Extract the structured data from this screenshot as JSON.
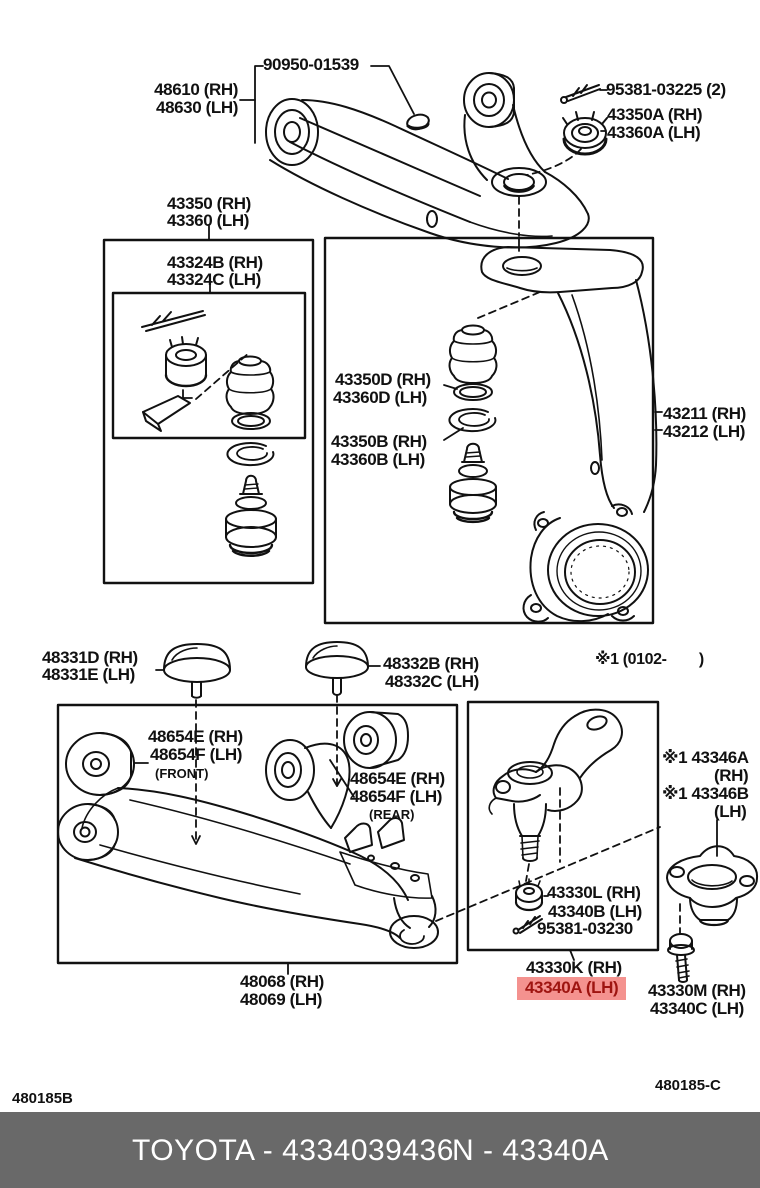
{
  "colors": {
    "line": "#111111",
    "highlight_bg": "#f4928f",
    "highlight_text": "#9e1410",
    "footer_bar_bg": "#696969",
    "footer_bar_text": "#ffffff"
  },
  "labels": {
    "plug_pin": "90950-01539",
    "upper_arm_rh": "48610 (RH)",
    "upper_arm_lh": "48630 (LH)",
    "cotter_top": "95381-03225 (2)",
    "nut_top_rh": "43350A (RH)",
    "nut_top_lh": "43360A (LH)",
    "bj_upper_rh": "43350 (RH)",
    "bj_upper_lh": "43360 (LH)",
    "kit_rh": "43324B (RH)",
    "kit_lh": "43324C (LH)",
    "boot_rh": "43350D (RH)",
    "boot_lh": "43360D (LH)",
    "snapring_rh": "43350B (RH)",
    "snapring_lh": "43360B (LH)",
    "knuckle_rh": "43211 (RH)",
    "knuckle_lh": "43212 (LH)",
    "cap_front_rh": "48331D (RH)",
    "cap_front_lh": "48331E (LH)",
    "cap_rear_rh": "48332B (RH)",
    "cap_rear_lh": "48332C (LH)",
    "note_applicability": "※1 (0102-        )",
    "bush_front_rh": "48654E (RH)",
    "bush_front_lh": "48654F (LH)",
    "bush_front_tag": "(FRONT)",
    "bush_rear_rh": "48654E (RH)",
    "bush_rear_lh": "48654F (LH)",
    "bush_rear_tag": "(REAR)",
    "dust_cover_a": "※1 43346A",
    "dust_cover_a_side": "(RH)",
    "dust_cover_b": "※1 43346B",
    "dust_cover_b_side": "(LH)",
    "nut_lower_rh": "43330L (RH)",
    "nut_lower_lh": "43340B (LH)",
    "cotter_lower": "95381-03230",
    "knuckle_arm_rh": "43330K (RH)",
    "knuckle_arm_lh": "43340A (LH)",
    "bolt_rh": "43330M (RH)",
    "bolt_lh": "43340C (LH)",
    "lower_arm_rh": "48068 (RH)",
    "lower_arm_lh": "48069 (LH)"
  },
  "footer": {
    "doc_code_left": "480185B",
    "doc_code_right": "480185-C",
    "brand_part": "TOYOTA - 4334039436",
    "part_code": "N - 43340A"
  }
}
